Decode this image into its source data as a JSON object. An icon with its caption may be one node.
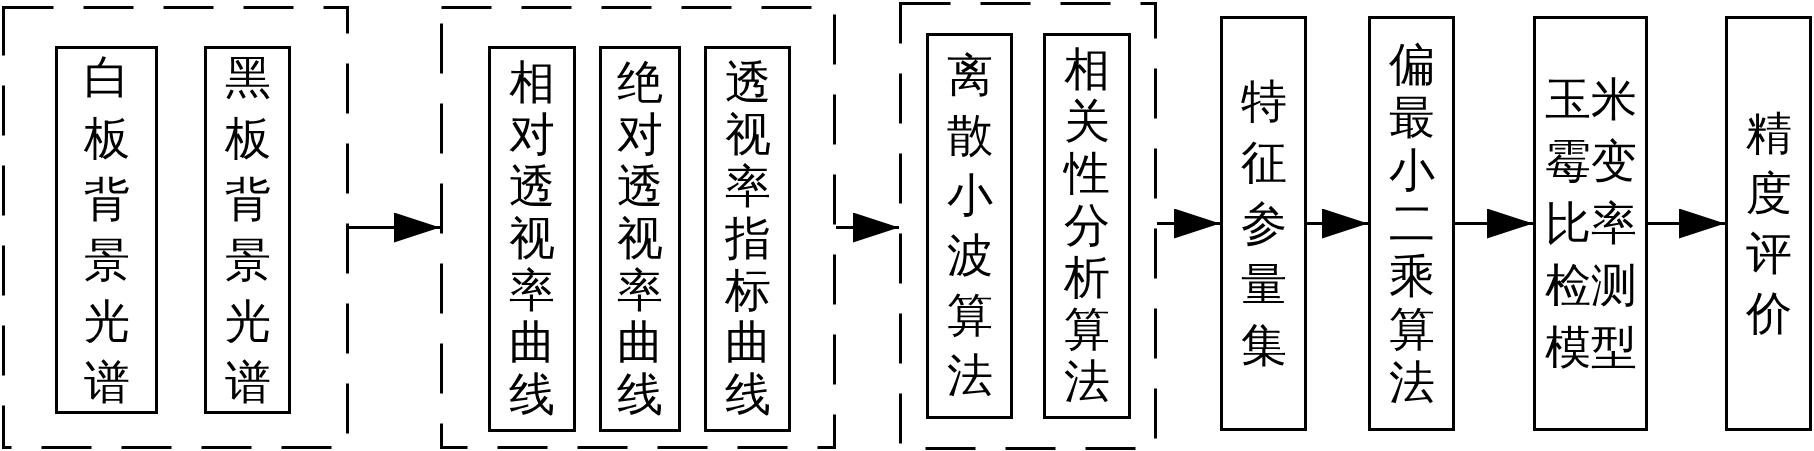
{
  "diagram": {
    "nodes": [
      {
        "text": [],
        "shape": "box"
      },
      {
        "text": [
          "白板背景光谱"
        ],
        "in": 0
      },
      {
        "text": [
          "黑板背景光谱"
        ],
        "in": 0
      },
      {
        "text": [],
        "shape": "box"
      },
      {
        "text": [
          "相对透视率曲线"
        ],
        "in": 3
      },
      {
        "text": [
          "绝对透视率曲线"
        ],
        "in": 3
      },
      {
        "text": [
          "透视率指标曲线"
        ],
        "in": 3
      },
      {
        "text": [],
        "shape": "box"
      },
      {
        "text": [
          "离散小波算法"
        ],
        "in": 7
      },
      {
        "text": [
          "相关性分析算法"
        ],
        "in": 7
      },
      {
        "text": [
          "特征参量集"
        ]
      },
      {
        "text": [
          "偏最小二乘算法"
        ]
      },
      {
        "text": [
          "玉米霉变比率检测模型"
        ]
      },
      {
        "text": [
          "精度评价"
        ]
      }
    ],
    "edges": [
      {
        "from": 0,
        "to": 3,
        "arrow": "to"
      },
      {
        "from": 3,
        "to": 7,
        "arrow": "to"
      },
      {
        "from": 7,
        "to": 10,
        "arrow": "to"
      },
      {
        "from": 10,
        "to": 11,
        "arrow": "to"
      },
      {
        "from": 11,
        "to": 12,
        "arrow": "to"
      },
      {
        "from": 12,
        "to": 13,
        "arrow": "to"
      }
    ]
  }
}
